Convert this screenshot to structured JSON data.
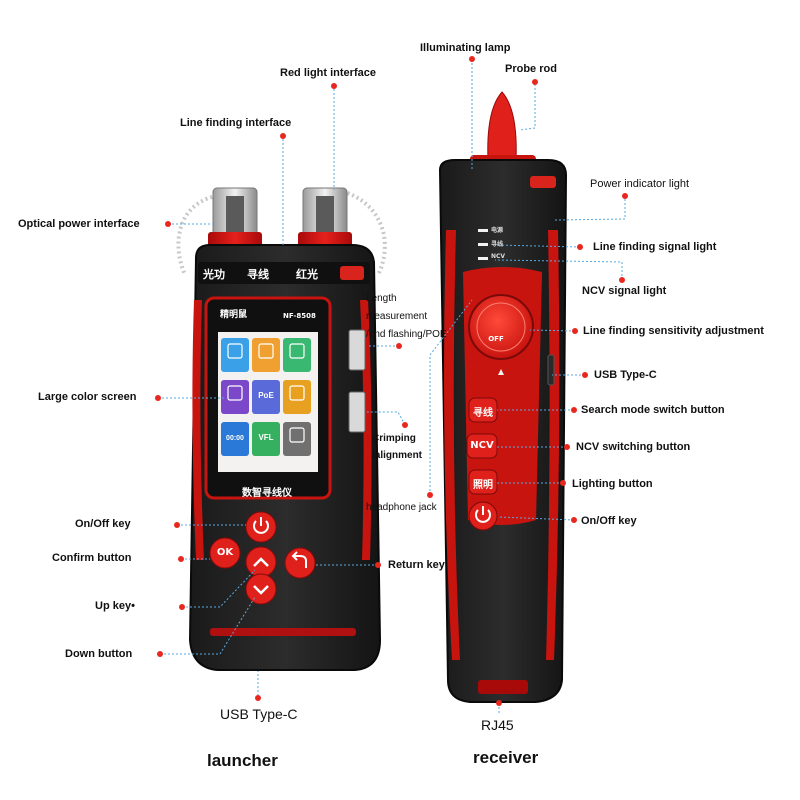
{
  "launcher": {
    "title": "launcher",
    "port_labels": [
      "光功",
      "寻线",
      "红光"
    ],
    "brand": "精明鼠",
    "model": "NF-8508",
    "device_name": "数智寻线仪",
    "app_icons": [
      {
        "name": "network-icon",
        "color": "#3aa0e8"
      },
      {
        "name": "search-icon",
        "color": "#f0a030"
      },
      {
        "name": "chart-icon",
        "color": "#38b870"
      },
      {
        "name": "cable-icon",
        "color": "#7a48c8"
      },
      {
        "name": "poe-icon",
        "label": "PoE",
        "color": "#5a6ad8"
      },
      {
        "name": "port-icon",
        "color": "#e8a020"
      },
      {
        "name": "timer-icon",
        "label": "00:00",
        "color": "#2a78d8"
      },
      {
        "name": "vfl-icon",
        "label": "VFL",
        "color": "#34b060"
      },
      {
        "name": "settings-icon",
        "color": "#707070"
      }
    ],
    "keys": {
      "ok": "OK"
    }
  },
  "receiver": {
    "title": "receiver",
    "indicator_labels": [
      "电源",
      "寻线",
      "NCV"
    ],
    "knob_label": "OFF",
    "buttons": [
      "寻线",
      "NCV",
      "照明"
    ]
  },
  "callouts": {
    "illuminating_lamp": "Illuminating lamp",
    "red_light_interface": "Red light interface",
    "probe_rod": "Probe rod",
    "line_finding_interface": "Line finding interface",
    "optical_power_interface": "Optical power interface",
    "power_indicator_light": "Power indicator light",
    "length_measurement": [
      "Length",
      "measurement",
      "/end flashing/POE"
    ],
    "line_finding_signal_light": "Line finding signal light",
    "ncv_signal_light": "NCV signal light",
    "line_finding_sensitivity": "Line finding sensitivity adjustment",
    "large_color_screen": "Large color screen",
    "usb_type_c_receiver": "USB Type-C",
    "search_mode_switch": "Search mode switch button",
    "crimping": [
      "Crimping",
      "/alignment"
    ],
    "ncv_switching": "NCV switching button",
    "lighting_button": "Lighting button",
    "headphone_jack": "headphone jack",
    "on_off_key_launcher": "On/Off key",
    "on_off_key_receiver": "On/Off key",
    "confirm_button": "Confirm button",
    "return_key": "Return key",
    "up_key": "Up key•",
    "down_button": "Down button",
    "usb_type_c_launcher": "USB Type-C",
    "rj45": "RJ45"
  }
}
